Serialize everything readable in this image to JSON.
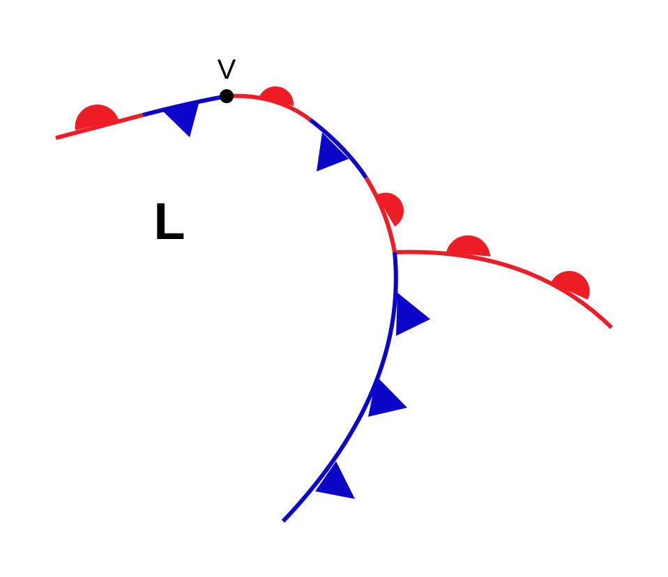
{
  "labels": {
    "vertex": "V",
    "low": "L"
  },
  "colors": {
    "warm_front": "#ee1c25",
    "cold_front": "#0a05c8",
    "point": "#000000",
    "text": "#000000",
    "background": "#ffffff"
  },
  "icons": {
    "warm_symbol": "semicircle",
    "cold_symbol": "triangle"
  }
}
